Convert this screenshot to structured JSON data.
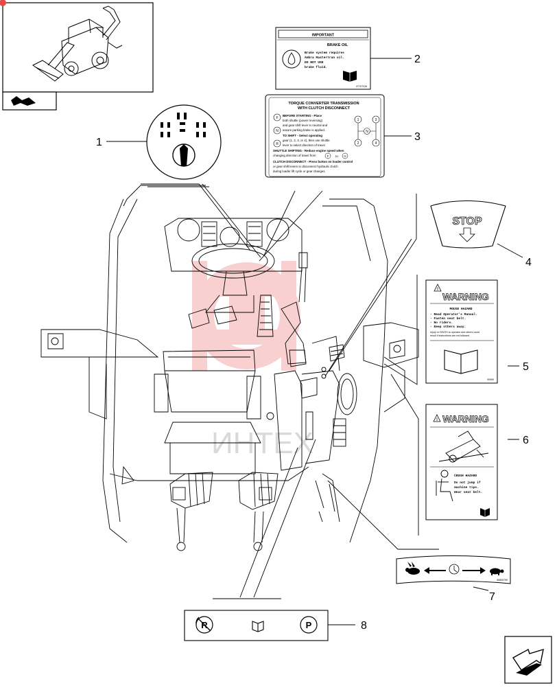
{
  "callouts": [
    "1",
    "2",
    "3",
    "4",
    "5",
    "6",
    "7",
    "8"
  ],
  "decal2": {
    "header": "IMPORTANT",
    "title": "BRAKE OIL",
    "lines": [
      "Brake system requires",
      "Ambra Mastertran oil.",
      "DO NOT USE",
      "brake fluid."
    ],
    "code": "87707226"
  },
  "decal3": {
    "title": "TORQUE CONVERTER TRANSMISSION",
    "subtitle": "WITH CLUTCH DISCONNECT",
    "lines": [
      "BEFORE STARTING - Place",
      "both shuttle (power reversing)",
      "and gear shift lever in neutral and",
      "assure parking brake is applied.",
      "TO SHIFT - Select operating",
      "gear (1, 2, 3, or 4), then use shuttle",
      "lever to select direction of travel",
      "SHUTTLE SHIFTING - Reduce engine speed when",
      "changing direction of travel from",
      "CLUTCH DISCONNECT - Press button on loader control",
      "or gear shift levers to disconnect hydraulic clutch",
      "during loader lift cycle or gear changes."
    ],
    "direction_letters": [
      "F",
      "N",
      "R"
    ],
    "from_letter": "F",
    "to_word": "to",
    "to_letter": "H",
    "gear_numbers": [
      "1",
      "2",
      "3",
      "4"
    ],
    "neutral_letter": "N"
  },
  "decal4": {
    "text": "STOP"
  },
  "decal5": {
    "header": "WARNING",
    "title": "MOUSE HAZARD",
    "lines": [
      "- Read Operator's Manual.",
      "- Fasten seat belt.",
      "- No riders.",
      "- Keep others away."
    ],
    "footer": [
      "Injury or DEATH to operator and others could",
      "result if instructions are not followed."
    ],
    "code": "90950"
  },
  "decal6": {
    "header": "WARNING",
    "title": "CRUSH HAZARD",
    "lines": [
      "Do not jump if",
      "machine tips.",
      "Wear seat belt."
    ]
  },
  "decal7": {
    "code": "85805799"
  },
  "decal8": {
    "letters": [
      "R",
      "P"
    ]
  },
  "watermark": "ИНТЕХ",
  "colors": {
    "line": "#000000",
    "watermark": "#e85a5a",
    "decal_fill": "#ffffff",
    "nav_fill": "#ffffff"
  },
  "icons": [
    "backhoe-loader-thumbnail",
    "page-back-icon",
    "next-page-arrow-icon",
    "book-icon",
    "rabbit-icon",
    "turtle-icon",
    "drop-icon"
  ]
}
